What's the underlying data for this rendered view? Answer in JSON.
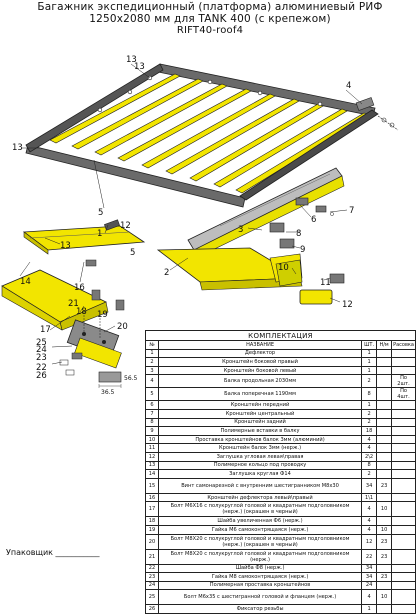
{
  "title": {
    "line1": "Багажник экспедиционный (платформа) алюминиевый РИФ",
    "line2": "1250х2080 мм для TANK 400 (с крепежом)",
    "line3": "RIFT40-roof4"
  },
  "callouts": [
    "13",
    "4",
    "13",
    "5",
    "6",
    "7",
    "3",
    "1",
    "2",
    "14",
    "8",
    "9",
    "10",
    "11",
    "12",
    "13",
    "16",
    "17",
    "18",
    "19",
    "20",
    "21",
    "22",
    "23",
    "24",
    "25",
    "26",
    "5",
    "12",
    "13"
  ],
  "dimensions": {
    "dim_a": "56.5",
    "dim_b": "36.5"
  },
  "colors": {
    "beam": "#f2e500",
    "frame": "#4a4a4a",
    "line": "#222222",
    "accent_gray": "#9a9a9a"
  },
  "table": {
    "caption": "КОМПЛЕКТАЦИЯ",
    "headers": {
      "num": "№",
      "name": "НАЗВАНИЕ",
      "qty": "ШТ.",
      "size": "Н/м",
      "note": "Расовка"
    },
    "rows": [
      {
        "n": "1",
        "name": "Дефлектор",
        "q": "1",
        "s": "",
        "r": ""
      },
      {
        "n": "2",
        "name": "Кронштейн боковой правый",
        "q": "1",
        "s": "",
        "r": ""
      },
      {
        "n": "3",
        "name": "Кронштейн боковой левый",
        "q": "1",
        "s": "",
        "r": ""
      },
      {
        "n": "4",
        "name": "Балка продольная 2030мм",
        "q": "2",
        "s": "",
        "r": "По 2шт."
      },
      {
        "n": "5",
        "name": "Балка поперечная 1190мм",
        "q": "8",
        "s": "",
        "r": "По 4шт."
      },
      {
        "n": "6",
        "name": "Кронштейн передний",
        "q": "1",
        "s": "",
        "r": ""
      },
      {
        "n": "7",
        "name": "Кронштейн центральный",
        "q": "2",
        "s": "",
        "r": ""
      },
      {
        "n": "8",
        "name": "Кронштейн задний",
        "q": "2",
        "s": "",
        "r": ""
      },
      {
        "n": "9",
        "name": "Полимерные вставки в балку",
        "q": "18",
        "s": "",
        "r": ""
      },
      {
        "n": "10",
        "name": "Проставка кронштейнов балок 3мм (алюминий)",
        "q": "4",
        "s": "",
        "r": ""
      },
      {
        "n": "11",
        "name": "Кронштейн балок 3мм (нерж.)",
        "q": "4",
        "s": "",
        "r": ""
      },
      {
        "n": "12",
        "name": "Заглушка угловая левая\\правая",
        "q": "2\\2",
        "s": "",
        "r": ""
      },
      {
        "n": "13",
        "name": "Полимерное кольцо под проводку",
        "q": "8",
        "s": "",
        "r": ""
      },
      {
        "n": "14",
        "name": "Заглушка круглая Ф14",
        "q": "2",
        "s": "",
        "r": ""
      },
      {
        "n": "15",
        "name": "Винт самонарезной с внутренним шестигранником М8х30",
        "q": "34",
        "s": "23",
        "r": "",
        "tall": true
      },
      {
        "n": "16",
        "name": "Кронштейн дефлектора левый\\правый",
        "q": "1\\1",
        "s": "",
        "r": ""
      },
      {
        "n": "17",
        "name": "Болт М6Х16 с полукруглой головой и квадратным подголовником (нерж.) (окрашен в черный)",
        "q": "4",
        "s": "10",
        "r": "",
        "tall": true
      },
      {
        "n": "18",
        "name": "Шайба увеличенная Ф6 (нерж.)",
        "q": "4",
        "s": "",
        "r": ""
      },
      {
        "n": "19",
        "name": "Гайка М6 самоконтрящаяся (нерж.)",
        "q": "4",
        "s": "10",
        "r": ""
      },
      {
        "n": "20",
        "name": "Болт М8Х20 с полукруглой головой и квадратным подголовником (нерж.) (окрашен в черный)",
        "q": "12",
        "s": "23",
        "r": "",
        "tall": true
      },
      {
        "n": "21",
        "name": "Болт М8Х20 с полукруглой головой и квадратным подголовником (нерж.)",
        "q": "22",
        "s": "23",
        "r": "",
        "tall": true
      },
      {
        "n": "22",
        "name": "Шайба Ф8 (нерж.)",
        "q": "34",
        "s": "",
        "r": ""
      },
      {
        "n": "23",
        "name": "Гайка М8 самоконтрящаяся (нерж.)",
        "q": "34",
        "s": "23",
        "r": ""
      },
      {
        "n": "24",
        "name": "Полимерная проставка кронштейнов",
        "q": "24",
        "s": "",
        "r": ""
      },
      {
        "n": "25",
        "name": "Болт М6х35 с шестигранной головой и фланцем (нерж.)",
        "q": "4",
        "s": "10",
        "r": "",
        "tall": true
      },
      {
        "n": "26",
        "name": "Фиксатор резьбы",
        "q": "1",
        "s": "",
        "r": ""
      }
    ]
  },
  "packer": "Упаковщик ___________"
}
